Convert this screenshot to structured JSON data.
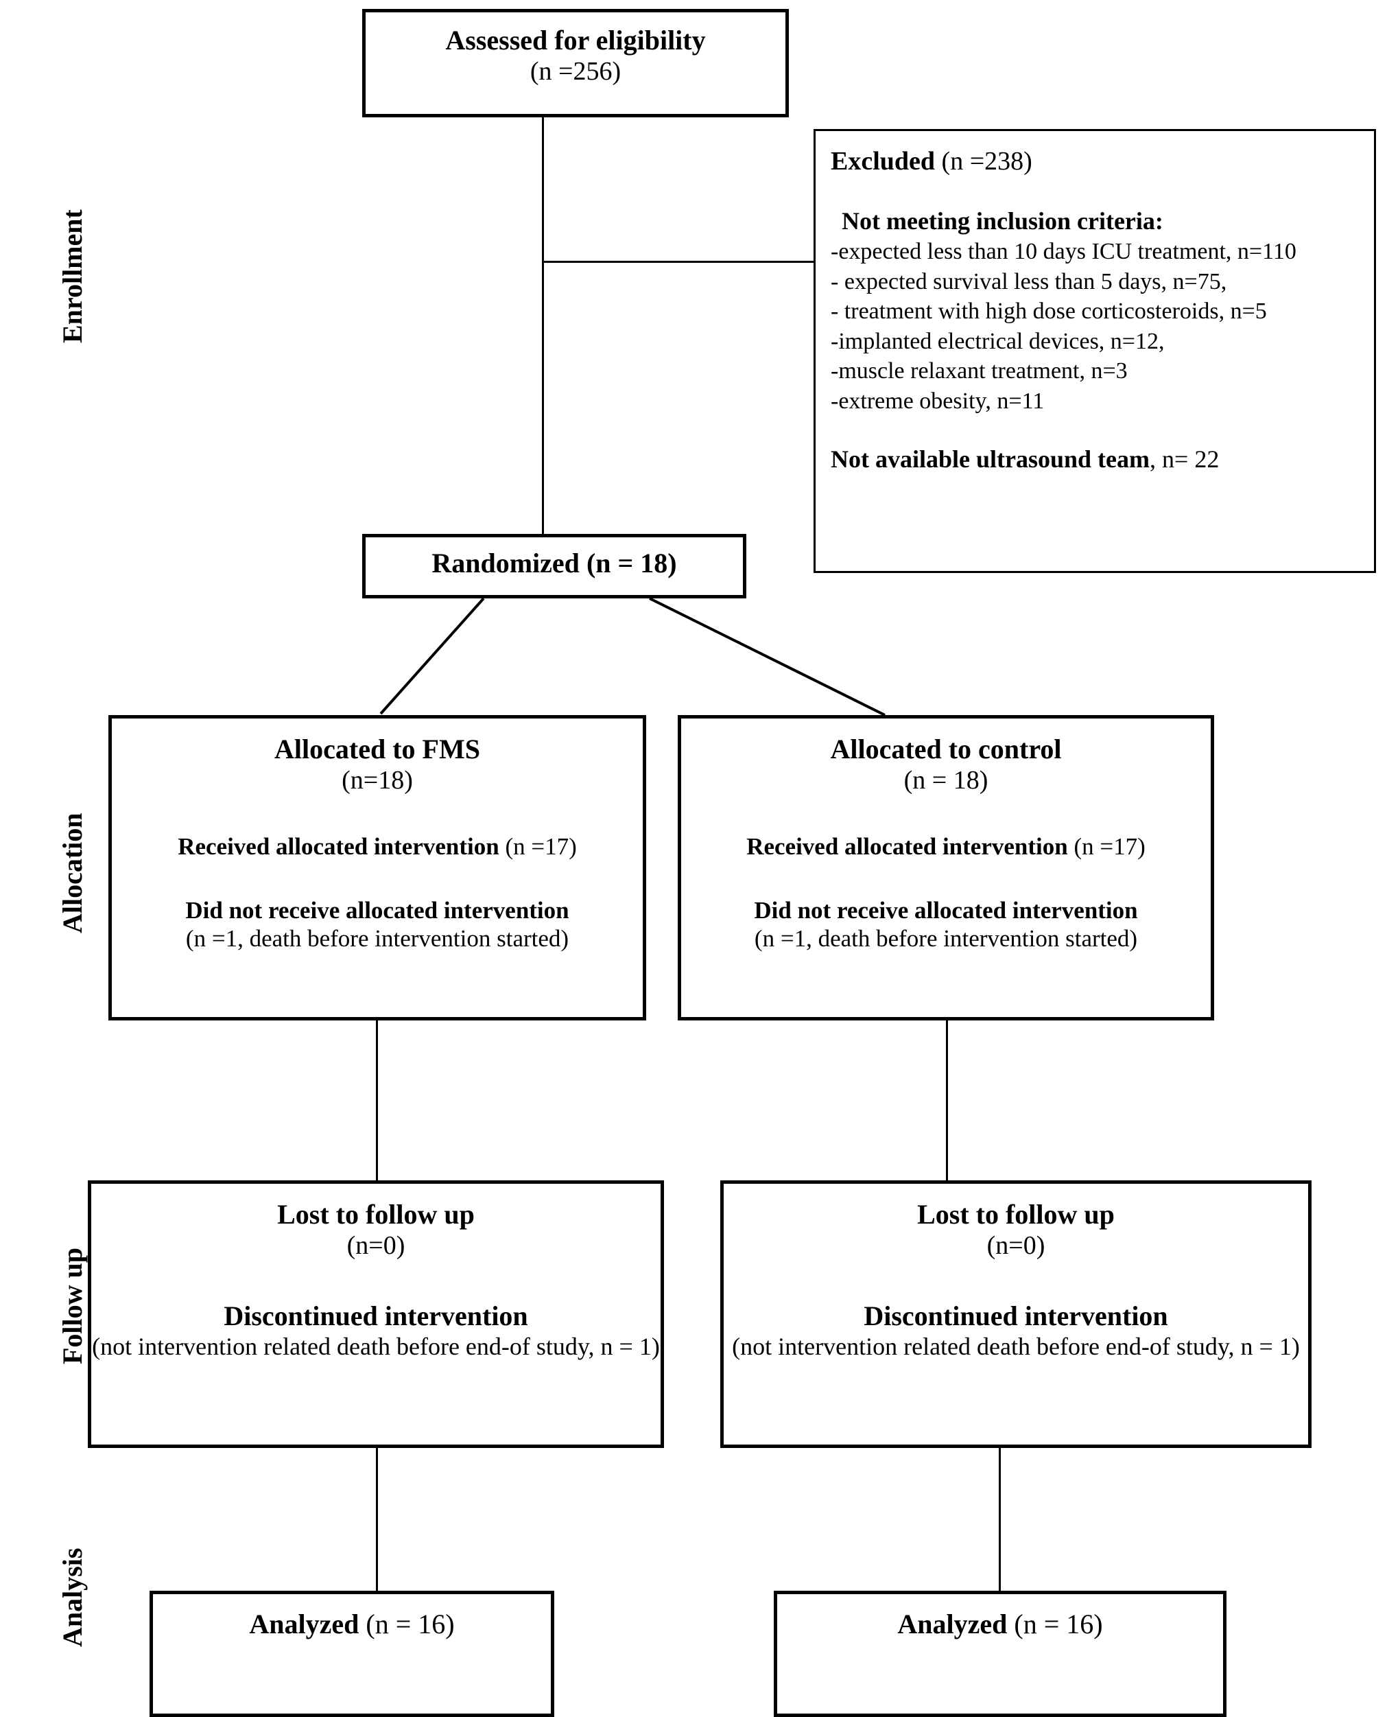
{
  "stages": [
    {
      "id": "enrollment",
      "label": "Enrollment"
    },
    {
      "id": "allocation",
      "label": "Allocation"
    },
    {
      "id": "followup",
      "label": "Follow up"
    },
    {
      "id": "analysis",
      "label": "Analysis"
    }
  ],
  "eligibility": {
    "title": "Assessed for eligibility",
    "count": "(n =256)"
  },
  "excluded": {
    "title": "Excluded",
    "count": "(n =238)",
    "criteria_heading": "Not meeting inclusion criteria:",
    "criteria": [
      "-expected less than 10 days ICU treatment, n=110",
      "- expected survival less than 5 days, n=75,",
      "- treatment with high dose corticosteroids, n=5",
      "-implanted electrical devices, n=12,",
      "-muscle relaxant treatment, n=3",
      "-extreme obesity, n=11"
    ],
    "note_label": "Not available ultrasound team",
    "note_count": ", n= 22"
  },
  "randomized": {
    "title": "Randomized",
    "count": "(n = 18)"
  },
  "allocation": {
    "left": {
      "title": "Allocated to FMS",
      "count": "(n=18)",
      "received_label": "Received allocated intervention",
      "received_count": "(n =17)",
      "not_received_label": "Did not receive allocated intervention",
      "not_received_detail": "(n =1, death before intervention started)"
    },
    "right": {
      "title": "Allocated to control",
      "count": "(n = 18)",
      "received_label": "Received allocated intervention",
      "received_count": "(n =17)",
      "not_received_label": "Did not receive allocated intervention",
      "not_received_detail": "(n =1, death before intervention started)"
    }
  },
  "followup": {
    "left": {
      "title": "Lost to follow up",
      "count": "(n=0)",
      "discontinued_label": "Discontinued intervention",
      "discontinued_detail": "(not intervention related death before end-of study, n = 1)"
    },
    "right": {
      "title": "Lost to follow up",
      "count": "(n=0)",
      "discontinued_label": "Discontinued intervention",
      "discontinued_detail": "(not intervention related death before end-of study,  n = 1)"
    }
  },
  "analysis": {
    "left": {
      "title": "Analyzed",
      "count": "(n = 16)"
    },
    "right": {
      "title": "Analyzed",
      "count": "(n = 16)"
    }
  },
  "colors": {
    "border": "#000000",
    "background": "#ffffff",
    "text": "#000000"
  }
}
